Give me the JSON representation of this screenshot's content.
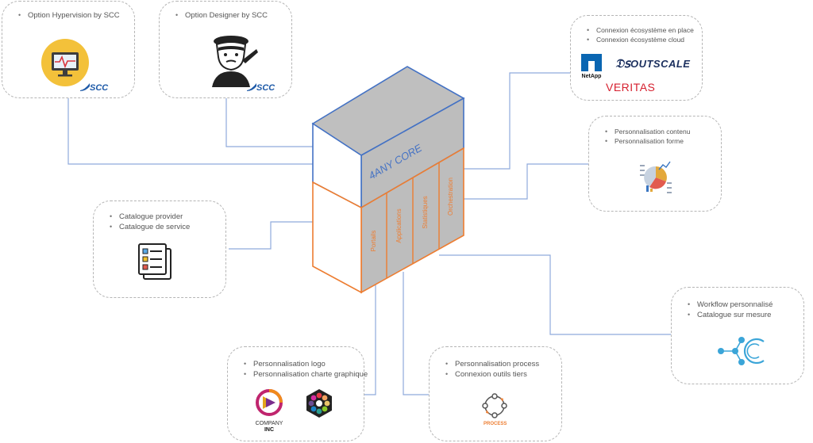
{
  "core": {
    "title": "4ANY CORE",
    "columns": [
      "Portails",
      "Applications",
      "Statistiques",
      "Orchestration"
    ]
  },
  "boxes": {
    "hypervision": {
      "items": [
        "Option Hypervision by SCC"
      ],
      "logo": "SCC",
      "icon": "monitor-icon"
    },
    "designer": {
      "items": [
        "Option Designer by SCC"
      ],
      "logo": "SCC",
      "icon": "artist-icon"
    },
    "ecosystem": {
      "items": [
        "Connexion écosystème en place",
        "Connexion écosystème cloud"
      ],
      "logos": {
        "netapp": "NetApp",
        "outscale": "OUTSCALE",
        "veritas": "VERITAS"
      }
    },
    "content": {
      "items": [
        "Personnalisation contenu",
        "Personnalisation forme"
      ],
      "icon": "charts-icon"
    },
    "catalogue": {
      "items": [
        "Catalogue provider",
        "Catalogue de service"
      ],
      "icon": "checklist-icon"
    },
    "workflow": {
      "items": [
        "Workflow personnalisé",
        "Catalogue sur mesure"
      ],
      "icon": "workflow-icon"
    },
    "branding": {
      "items": [
        "Personnalisation logo",
        "Personnalisation charte graphique"
      ],
      "company_line1": "COMPANY",
      "company_line2": "INC",
      "icon": "color-palette-icon"
    },
    "process": {
      "items": [
        "Personnalisation process",
        "Connexion outils tiers"
      ],
      "icon_label": "PROCESS"
    }
  },
  "colors": {
    "blue": "#4472c4",
    "orange": "#ed7d31",
    "grey": "#c0c0c0",
    "connector": "#8faadc",
    "scc_blue": "#1e5aa8",
    "veritas_red": "#d6202f"
  }
}
